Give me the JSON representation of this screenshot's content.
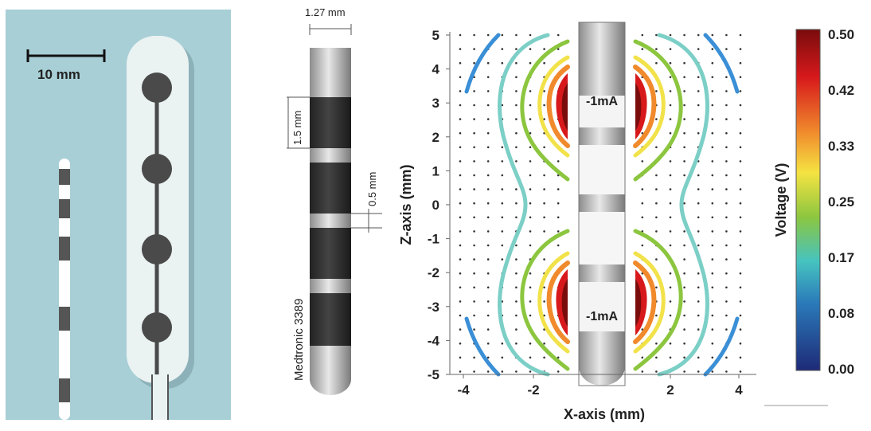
{
  "left_panel": {
    "scale_bar_label": "10 mm"
  },
  "lead_diagram": {
    "diameter_label": "1.27 mm",
    "contact_length_label": "1.5 mm",
    "spacing_label": "0.5 mm",
    "model_label": "Medtronic 3389"
  },
  "field_plot": {
    "x_axis_label": "X-axis (mm)",
    "z_axis_label": "Z-axis (mm)",
    "x_ticks": [
      "-4",
      "-2",
      "2",
      "4"
    ],
    "z_ticks": [
      "5",
      "4",
      "3",
      "2",
      "1",
      "0",
      "-1",
      "-2",
      "-3",
      "-4",
      "-5"
    ],
    "current_labels": [
      "-1mA",
      "-1mA"
    ]
  },
  "colorbar": {
    "title": "Voltage (V)",
    "ticks": [
      "0.50",
      "0.42",
      "0.33",
      "0.25",
      "0.17",
      "0.08",
      "0.00"
    ],
    "colors": [
      "#7a0c0c",
      "#d7191c",
      "#f08a2c",
      "#f5e342",
      "#8cc63f",
      "#46c3c0",
      "#2b7bba",
      "#1e2a78"
    ]
  }
}
